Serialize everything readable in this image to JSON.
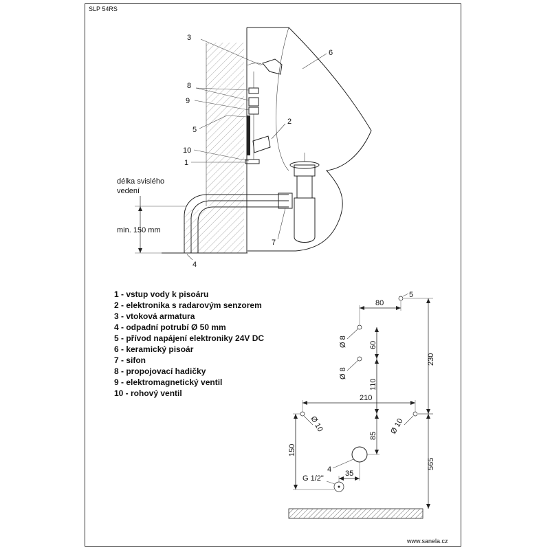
{
  "sheet": {
    "model": "SLP 54RS",
    "website": "www.sanela.cz"
  },
  "side_view": {
    "callouts": [
      "1",
      "2",
      "3",
      "4",
      "5",
      "6",
      "7",
      "8",
      "9",
      "10"
    ],
    "riser_label_line1": "délka svislého",
    "riser_label_line2": "vedení",
    "riser_min": "min. 150 mm"
  },
  "legend": [
    "1 - vstup vody k pisoáru",
    "2 - elektronika s radarovým senzorem",
    "3 - vtoková armatura",
    "4 - odpadní potrubí Ø 50 mm",
    "5 - přívod napájení elektroniky 24V DC",
    "6 - keramický pisoár",
    "7 - sifon",
    "8 - propojovací hadičky",
    "9 - elektromagnetický ventil",
    "10 - rohový ventil"
  ],
  "mounting_plan": {
    "callout_5": "5",
    "callout_4": "4",
    "thread": "G 1/2\"",
    "dims": {
      "d80": "80",
      "d230": "230",
      "d60": "60",
      "d110": "110",
      "d210": "210",
      "d85": "85",
      "d150": "150",
      "d35": "35",
      "d565": "565"
    },
    "holes": {
      "upper1": "Ø 8",
      "upper2": "Ø 8",
      "left": "Ø 10",
      "right": "Ø 10"
    }
  }
}
